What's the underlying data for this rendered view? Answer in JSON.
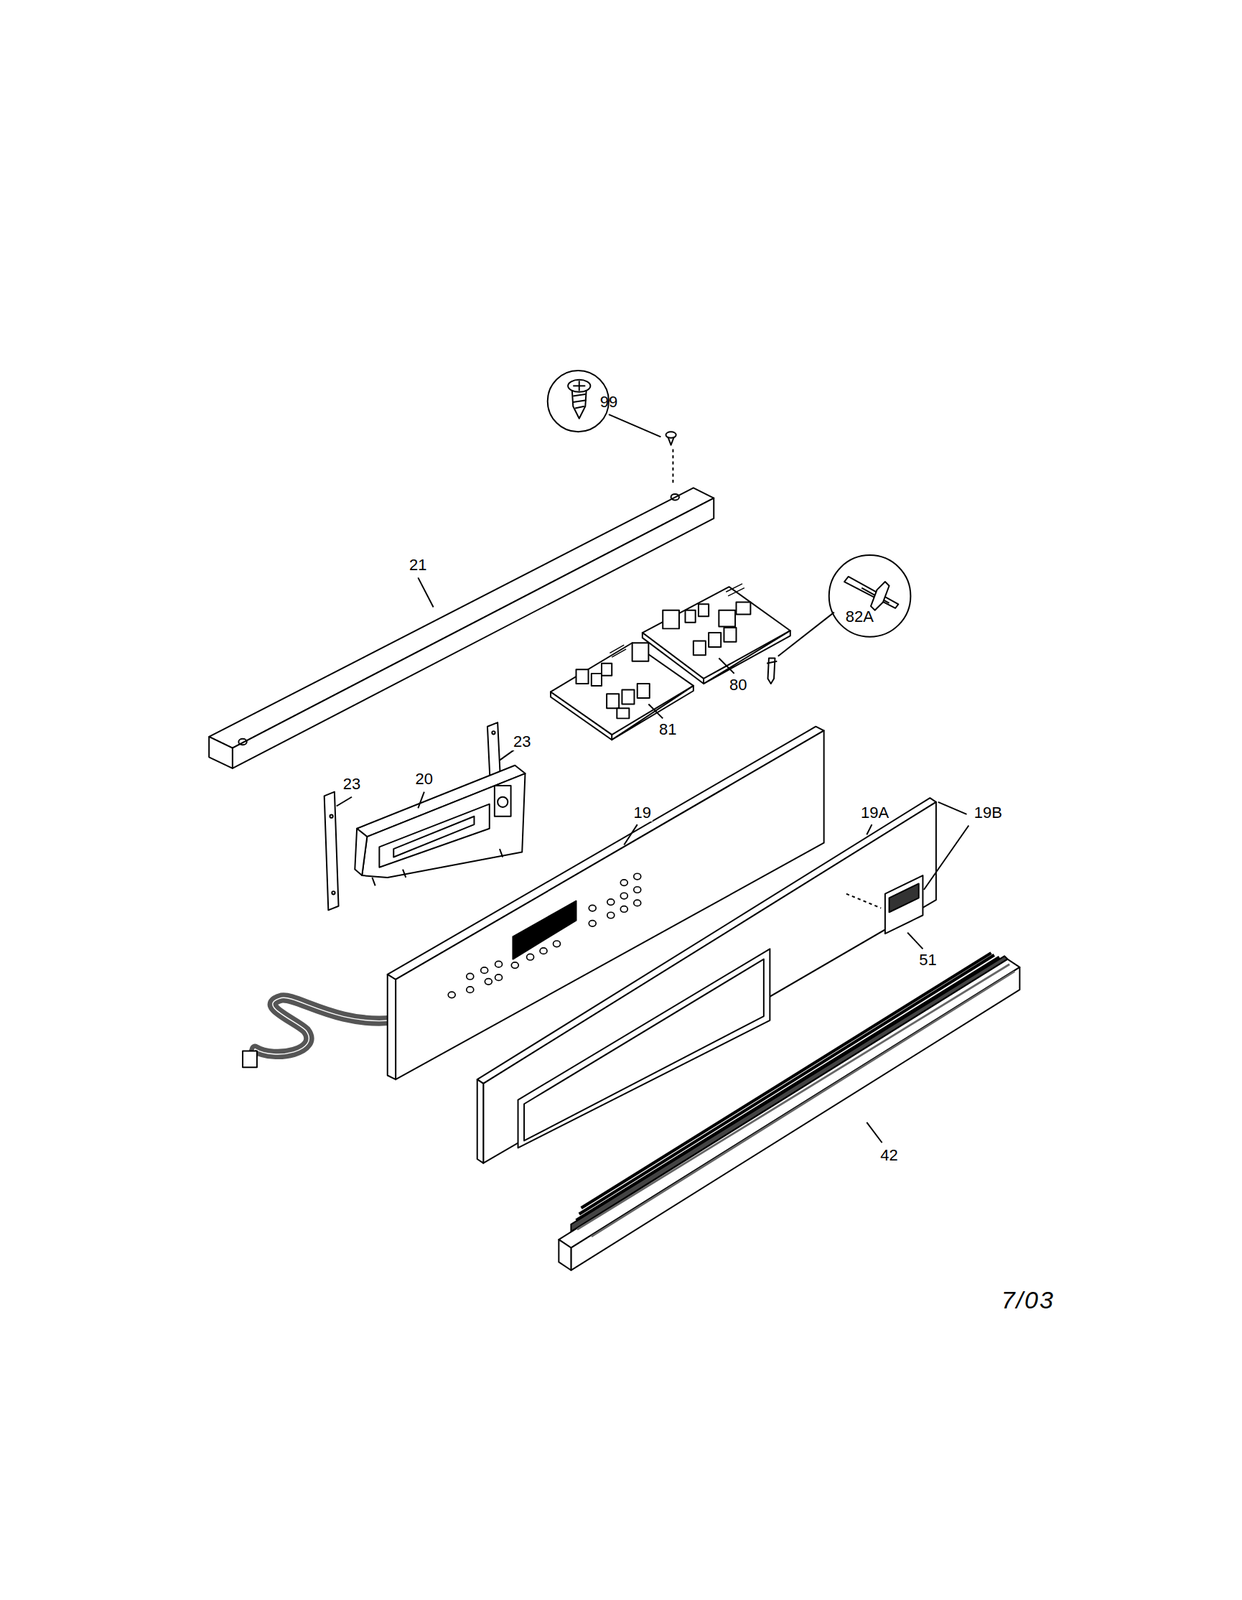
{
  "diagram": {
    "labels": [
      "99",
      "21",
      "82A",
      "80",
      "81",
      "23",
      "20",
      "23",
      "19",
      "19A",
      "19B",
      "51",
      "42",
      "7/03"
    ]
  }
}
